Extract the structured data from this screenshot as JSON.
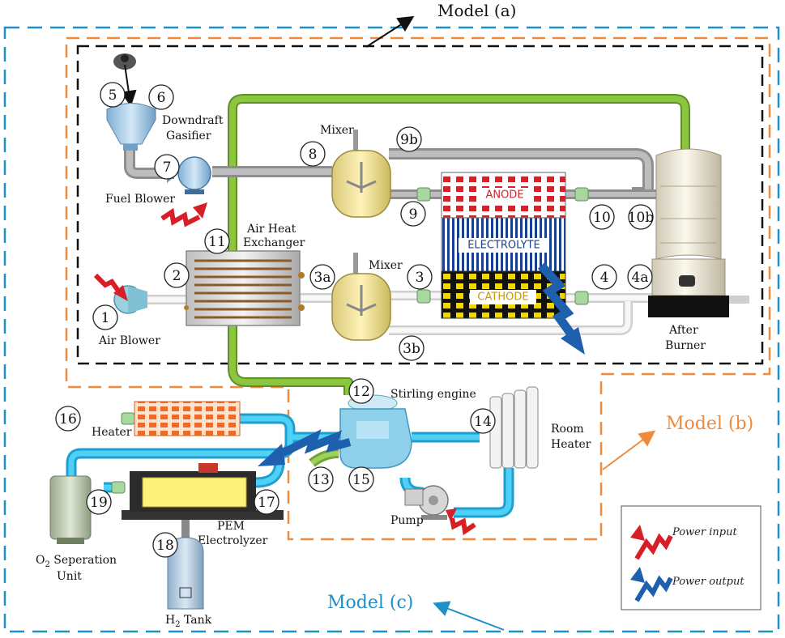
{
  "models": {
    "a": "Model (a)",
    "b": "Model (b)",
    "c": "Model (c)"
  },
  "colors": {
    "model_a": "#111111",
    "model_b": "#f08a3c",
    "model_c": "#1e90c8",
    "green_pipe": "#8cc63f",
    "gray_pipe": "#9a9a9a",
    "water_pipe": "#23b4e8",
    "power_input": "#d61f26",
    "power_output": "#1e5fae",
    "anode": "#d8202a",
    "cathode": "#f2d600",
    "electrolyte": "#1a3f8f"
  },
  "components": {
    "downdraft_gasifier": "Downdraft Gasifier",
    "fuel_blower": "Fuel Blower",
    "air_blower": "Air Blower",
    "air_heat_exchanger_l1": "Air Heat",
    "air_heat_exchanger_l2": "Exchanger",
    "mixer_top": "Mixer",
    "mixer_bottom": "Mixer",
    "anode": "ANODE",
    "electrolyte": "ELECTROLYTE",
    "cathode": "CATHODE",
    "after_burner_l1": "After",
    "after_burner_l2": "Burner",
    "stirling_engine": "Stirling engine",
    "room_heater_l1": "Room",
    "room_heater_l2": "Heater",
    "heater": "Heater",
    "pump": "Pump",
    "pem_electrolyzer_l1": "PEM",
    "pem_electrolyzer_l2": "Electrolyzer",
    "o2_sep_l1": "O",
    "o2_sep_sub": "2",
    "o2_sep_l1_rest": " Seperation",
    "o2_sep_l2": "Unit",
    "h2_tank_pre": "H",
    "h2_tank_sub": "2",
    "h2_tank_rest": " Tank"
  },
  "state_points": [
    "1",
    "2",
    "3",
    "3a",
    "3b",
    "4",
    "4a",
    "5",
    "6",
    "7",
    "8",
    "9",
    "9b",
    "10",
    "10b",
    "11",
    "12",
    "13",
    "14",
    "15",
    "16",
    "17",
    "18",
    "19"
  ],
  "legend": {
    "power_input": "Power input",
    "power_output": "Power output"
  }
}
